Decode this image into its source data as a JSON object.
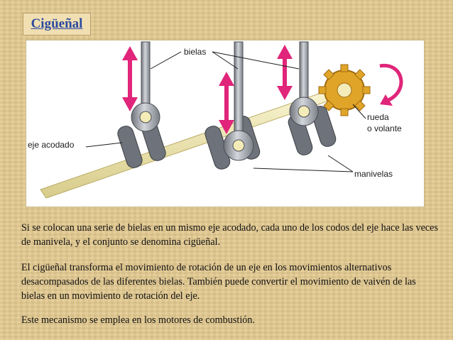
{
  "slide": {
    "title": "Cigüeñal",
    "figure_labels": {
      "bielas": "bielas",
      "eje_acodado": "eje acodado",
      "rueda_line1": "rueda",
      "rueda_line2": "o volante",
      "manivelas": "manivelas"
    },
    "paragraphs": [
      "Si se colocan una serie de bielas en un mismo eje acodado, cada uno de los codos del eje hace las veces de manivela, y el conjunto se denomina cigüeñal.",
      "El cigüeñal transforma el movimiento de rotación de un eje en los movimientos alternativos desacompasados de las diferentes bielas. También puede convertir el movimiento de vaivén de las bielas en un movimiento de rotación del eje.",
      "Este mecanismo se emplea en los motores de combustión."
    ],
    "colors": {
      "arrow": "#e0257a",
      "gear": "#e0a528",
      "metal": "#9fa3aa",
      "shaft": "#f3ebb8"
    }
  }
}
